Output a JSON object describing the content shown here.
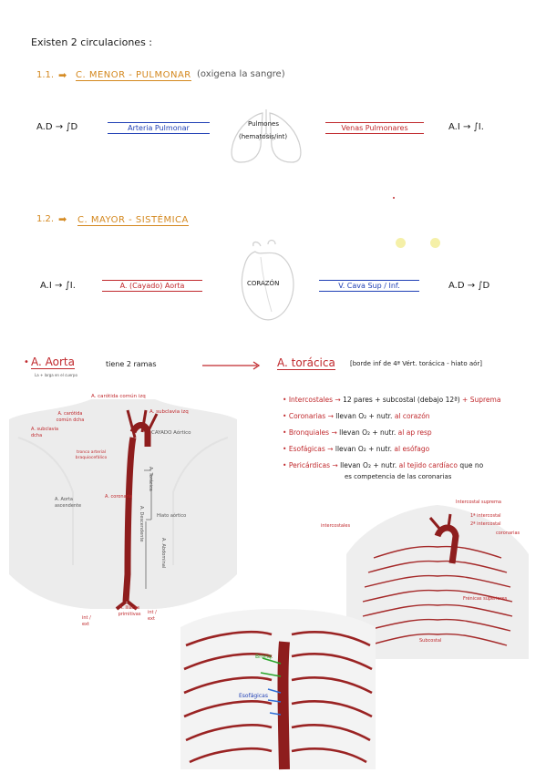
{
  "intro": "Existen 2 circulaciones :",
  "section1": {
    "number": "1.1.",
    "title": "C. MENOR - PULMONAR",
    "note": "(oxigena la sangre)",
    "left_node": "A.D → ∫D",
    "artery": "Arteria Pulmonar",
    "organ_line1": "Pulmones",
    "organ_line2": "(hematosis/int)",
    "veins": "Venas Pulmonares",
    "right_node": "A.I → ∫I."
  },
  "section2": {
    "number": "1.2.",
    "title": "C. MAYOR - SISTÉMICA",
    "left_node": "A.I → ∫I.",
    "artery": "A. (Cayado) Aorta",
    "organ": "CORAZÓN",
    "veins": "V. Cava Sup / Inf.",
    "right_node": "A.D → ∫D"
  },
  "aorta": {
    "title": "A. Aorta",
    "subtitle": "La + larga en el cuerpo",
    "branches_note": "tiene 2 ramas",
    "toracica_title": "A. torácica",
    "toracica_note": "[borde inf de 4ª Vért. torácica - hiato aór]",
    "labels": {
      "carotida": "A. carótida común izq",
      "carotida_dcha": "A. carótida común dcha",
      "subclavia_izq": "A. subclavia izq",
      "subclavia_dcha": "A. subclavia dcha",
      "tronco": "tronco arterial braquiocefálico",
      "cayado": "CAYADO Aórtico",
      "aorta_asc": "A. Aorta ascendente",
      "coronaria": "A. coronaria",
      "toracica_v": "A. Torácica",
      "descendente": "A. Descendente",
      "hiato": "Hiato aórtico",
      "abdominal": "A. Abdominal",
      "iliacas": "A. Ilíacas primitivas",
      "int_ext_l": "int / ext",
      "int_ext_r": "int / ext"
    }
  },
  "branches": [
    {
      "name": "Intercostales",
      "rest": "12 pares + subcostal (debajo 12ª)",
      "tail": "+ Suprema"
    },
    {
      "name": "Coronarias",
      "rest": "llevan O₂ + nutr.",
      "tail": "al corazón"
    },
    {
      "name": "Bronquiales",
      "rest": "llevan O₂ + nutr.",
      "tail": "al ap resp"
    },
    {
      "name": "Esofágicas",
      "rest": "llevan O₂ + nutr.",
      "tail": "al esófago"
    },
    {
      "name": "Pericárdicas",
      "rest": "llevan O₂ + nutr.",
      "tail": "al tejido cardíaco"
    }
  ],
  "branches_tail_extra": "que no",
  "branches_footer": "es competencia de las coronarias",
  "thorax_labels": {
    "intercostal_sup": "Intercostal suprema",
    "intercostal_1": "1ª intercostal",
    "intercostal_2": "2ª intercostal",
    "coronarias": "coronarias",
    "intercostales": "intercostales",
    "frenicas": "Frénicas superiores",
    "subcostal": "Subcostal"
  },
  "bottom_labels": {
    "bronquiales": "Bronq.",
    "esofagicas": "Esofágicas"
  },
  "colors": {
    "orange": "#d4881f",
    "red": "#c0282c",
    "blue": "#1f3fb5",
    "vessel": "#8e1d1d"
  }
}
